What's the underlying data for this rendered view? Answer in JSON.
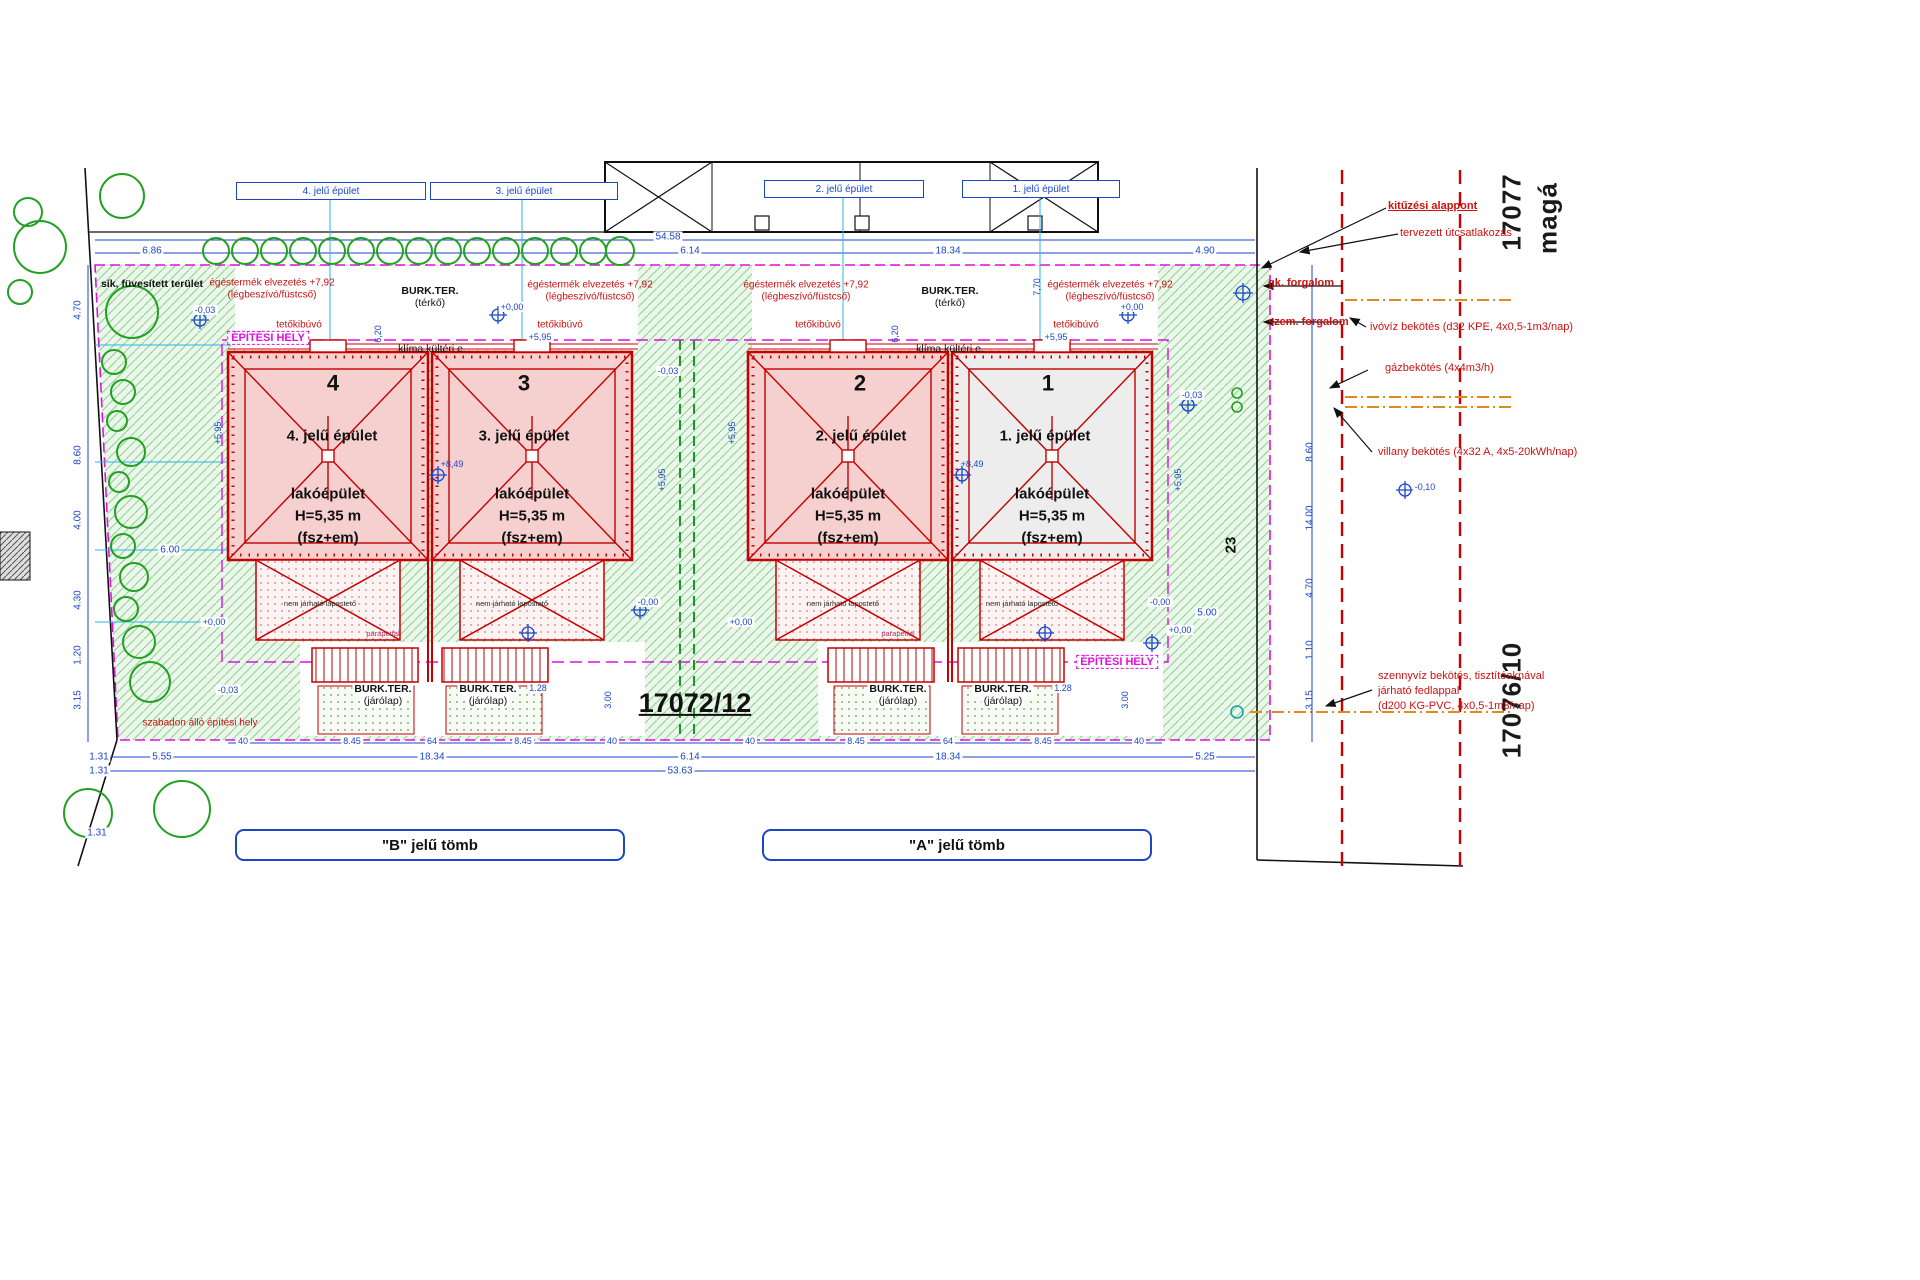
{
  "plot": {
    "number": "17072/12",
    "neighbor_top": "17077",
    "neighbor_top_cut": "magá",
    "neighbor_bottom": "17076/10",
    "parcel_23": "23"
  },
  "blocks": {
    "a": "\"A\" jelű tömb",
    "b": "\"B\" jelű tömb"
  },
  "top_boxes": {
    "b4": "4. jelű épület",
    "b3": "3. jelű épület",
    "b2": "2. jelű épület",
    "b1": "1. jelű épület"
  },
  "buildings": [
    {
      "num": "4",
      "name": "4. jelű épület",
      "use": "lakóépület",
      "height": "H=5,35 m",
      "floors": "(fsz+em)"
    },
    {
      "num": "3",
      "name": "3. jelű épület",
      "use": "lakóépület",
      "height": "H=5,35 m",
      "floors": "(fsz+em)"
    },
    {
      "num": "2",
      "name": "2. jelű épület",
      "use": "lakóépület",
      "height": "H=5,35 m",
      "floors": "(fsz+em)"
    },
    {
      "num": "1",
      "name": "1. jelű épület",
      "use": "lakóépület",
      "height": "H=5,35 m",
      "floors": "(fsz+em)"
    }
  ],
  "areas": {
    "grass": "sík, füvesített terület",
    "burk": "BURK.TER.",
    "terko": "(térkő)",
    "jarolap": "(járólap)",
    "flat_roof": "nem járható lapostető",
    "parapet": "parapetfal",
    "free": "szabadon álló építési hely",
    "build_site": "ÉPÍTÉSI HELY"
  },
  "roof": {
    "flue1": "égéstermék elvezetés +7,92",
    "flue2": "(légbeszívó/füstcső)",
    "hatch": "tetőkibúvó",
    "ac": "klíma kültéri e."
  },
  "utilities": {
    "setout": "kitűzési alappont",
    "road": "tervezett útcsatlakozás",
    "gk": "gk. forgalom",
    "szem": "szem. forgalom",
    "water": "ivóvíz bekötés (d32 KPE, 4x0,5-1m3/nap)",
    "gas": "gázbekötés (4x4m3/h)",
    "power": "villany bekötés (4x32 A, 4x5-20kWh/nap)",
    "sewer1": "szennyvíz bekötés, tisztítóaknával",
    "sewer2": "járható fedlappal",
    "sewer3": "(d200 KG-PVC, 4x0,5-1m3/nap)"
  },
  "dims": {
    "total_top": "54.58",
    "left_top": "6.86",
    "mid": "6.14",
    "block": "18.34",
    "right_top": "4.90",
    "total_bottom": "53.63",
    "left1": "1.31",
    "left2": "5.55",
    "right_bottom": "5.25",
    "seg40": "40",
    "seg845": "8.45",
    "seg64": "64",
    "seg128": "1.28",
    "seg300": "3.00",
    "v470": "4.70",
    "v860": "8.60",
    "v400": "4.00",
    "v430": "4.30",
    "v120": "1.20",
    "v315": "3.15",
    "v600": "6.00",
    "v1400": "14.00",
    "v110": "1.10",
    "v500": "5.00",
    "v620": "6,20",
    "v770": "7,70"
  },
  "levels": {
    "zero": "+0,00",
    "zero_neg": "-0,00",
    "minus3": "-0,03",
    "roofline": "+5,95",
    "ridge": "+8,49",
    "minus10": "-0,10"
  }
}
